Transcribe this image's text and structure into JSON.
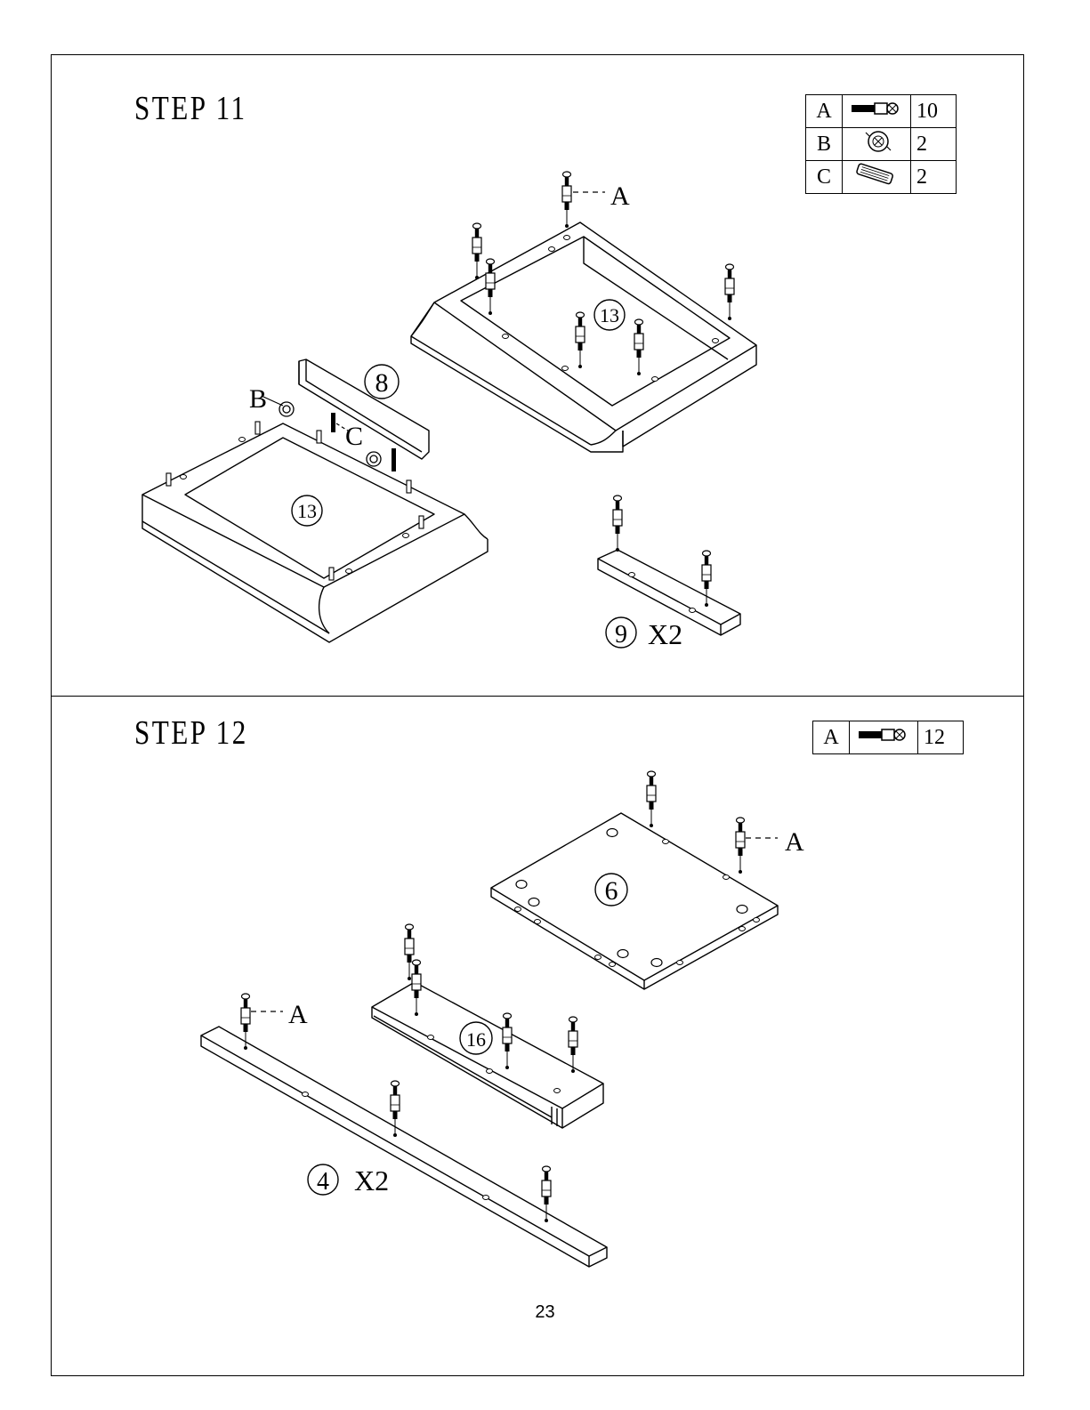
{
  "page_number": "23",
  "steps": [
    {
      "title": "STEP 11",
      "parts": [
        {
          "label": "A",
          "icon": "cam-bolt-icon",
          "qty": "10"
        },
        {
          "label": "B",
          "icon": "cam-lock-icon",
          "qty": "2"
        },
        {
          "label": "C",
          "icon": "wood-dowel-icon",
          "qty": "2"
        }
      ],
      "callouts": {
        "bolt_a": "A",
        "lock_b": "B",
        "dowel_c": "C",
        "panel_13_top": "13",
        "panel_13_bottom": "13",
        "panel_8": "8",
        "panel_9": "9",
        "panel_9_mult": "X2"
      }
    },
    {
      "title": "STEP 12",
      "parts": [
        {
          "label": "A",
          "icon": "cam-bolt-icon",
          "qty": "12"
        }
      ],
      "callouts": {
        "bolt_a_1": "A",
        "bolt_a_2": "A",
        "panel_6": "6",
        "panel_16": "16",
        "panel_4": "4",
        "panel_4_mult": "X2"
      }
    }
  ]
}
